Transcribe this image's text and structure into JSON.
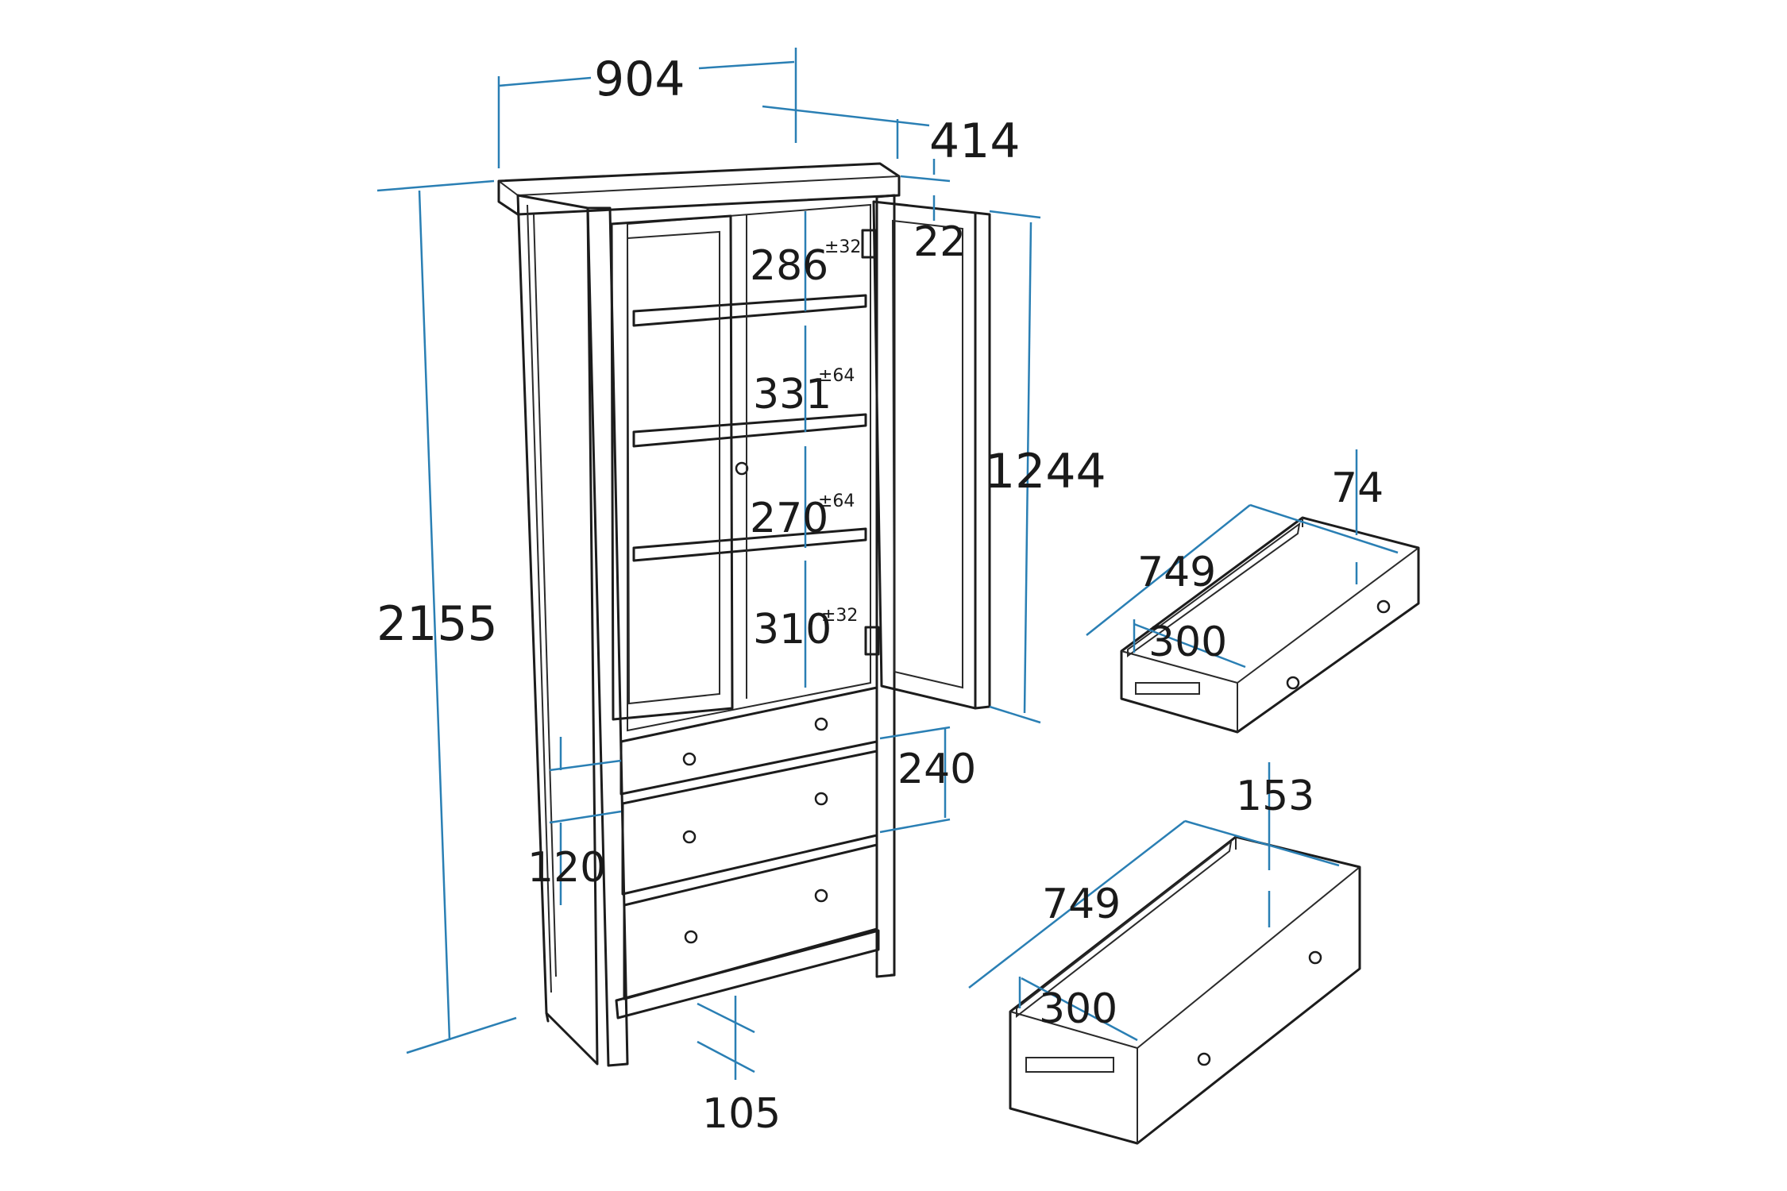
{
  "colors": {
    "dimension_line": "#2a7fb4",
    "outline": "#1c1c1c",
    "background": "#ffffff"
  },
  "dimensions": {
    "overall_width": "904",
    "overall_depth": "414",
    "overall_height": "2155",
    "top_thickness": "22",
    "door_height": "1244",
    "drawer_front_height": "240",
    "small_drawer_height": "120",
    "leg_height": "105"
  },
  "shelf_spacings": [
    {
      "value": "286",
      "tolerance": "±32"
    },
    {
      "value": "331",
      "tolerance": "±64"
    },
    {
      "value": "270",
      "tolerance": "±64"
    },
    {
      "value": "310",
      "tolerance": "±32"
    }
  ],
  "small_drawer": {
    "length": "749",
    "height": "74",
    "runner": "300"
  },
  "large_drawer": {
    "length": "749",
    "height": "153",
    "runner": "300"
  }
}
